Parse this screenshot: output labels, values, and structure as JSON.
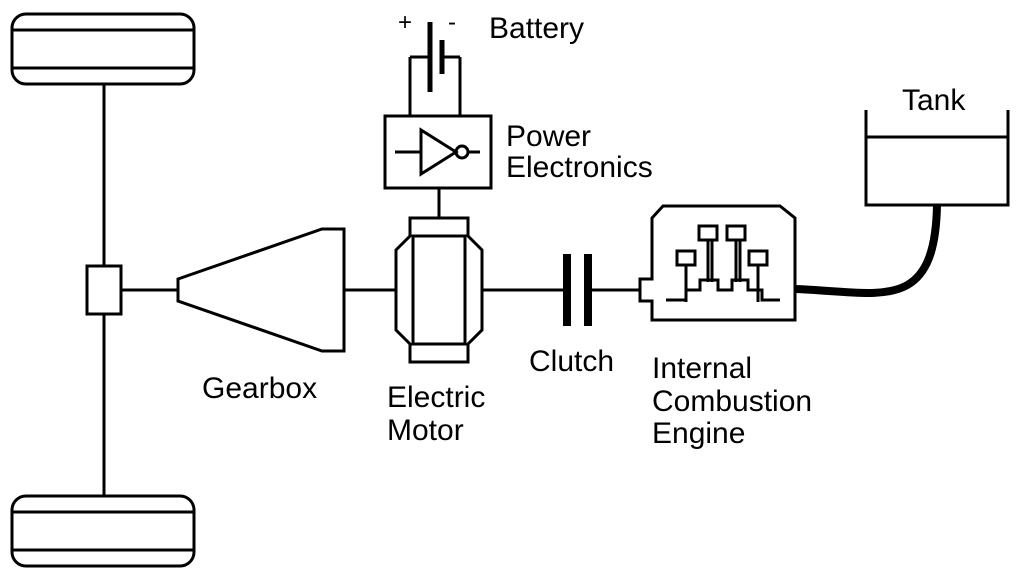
{
  "labels": {
    "battery": "Battery",
    "battery_plus": "+",
    "battery_minus": "-",
    "power_electronics": [
      "Power",
      "Electronics"
    ],
    "tank": "Tank",
    "gearbox": "Gearbox",
    "electric_motor": [
      "Electric",
      "Motor"
    ],
    "clutch": "Clutch",
    "ice": [
      "Internal",
      "Combustion",
      "Engine"
    ]
  },
  "colors": {
    "line": "#000000",
    "background": "#ffffff"
  }
}
